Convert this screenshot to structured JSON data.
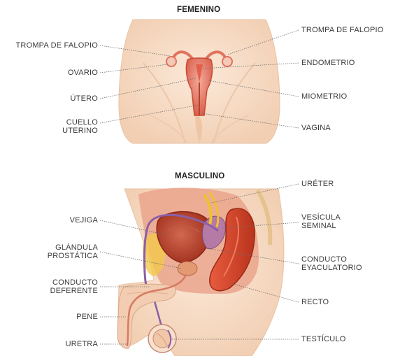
{
  "female": {
    "title": "FEMENINO",
    "left_labels": [
      "TROMPA DE FALOPIO",
      "OVARIO",
      "ÚTERO",
      "CUELLO\nUTERINO"
    ],
    "right_labels": [
      "TROMPA DE FALOPIO",
      "ENDOMETRIO",
      "MIOMETRIO",
      "VAGINA"
    ]
  },
  "male": {
    "title": "MASCULINO",
    "left_labels": [
      "VEJIGA",
      "GLÁNDULA\nPROSTÁTICA",
      "CONDUCTO\nDEFERENTE",
      "PENE",
      "URETRA"
    ],
    "right_labels": [
      "URÉTER",
      "VESÍCULA\nSEMINAL",
      "CONDUCTO\nEYACULATORIO",
      "RECTO",
      "TESTÍCULO"
    ]
  },
  "colors": {
    "skin": "#f7dcc4",
    "flesh": "#e8a48c",
    "organ": "#d2553c",
    "organ_dark": "#a5321f",
    "duct": "#8a5fa6",
    "yellow": "#f2c84b",
    "leader": "#6f6f6f"
  }
}
